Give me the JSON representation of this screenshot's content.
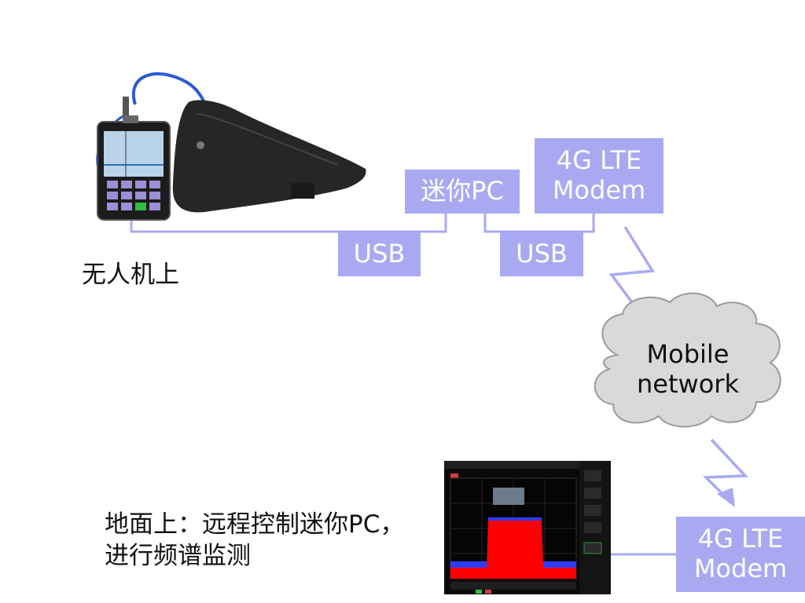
{
  "airborne": {
    "label": "无人机上",
    "mini_pc": "迷你PC",
    "usb_left": "USB",
    "usb_right": "USB",
    "modem_line1": "4G LTE",
    "modem_line2": "Modem"
  },
  "network": {
    "line1": "Mobile",
    "line2": "network"
  },
  "ground": {
    "label_line1": "地面上：远程控制迷你PC，",
    "label_line2": "进行频谱监测",
    "modem_line1": "4G LTE",
    "modem_line2": "Modem"
  },
  "colors": {
    "box": "#a9a9f2",
    "line": "#a9a9f2",
    "cloud": "#d9d9d9",
    "spectrum_signal": "#ff0000",
    "spectrum_noise": "#2f3cff"
  }
}
